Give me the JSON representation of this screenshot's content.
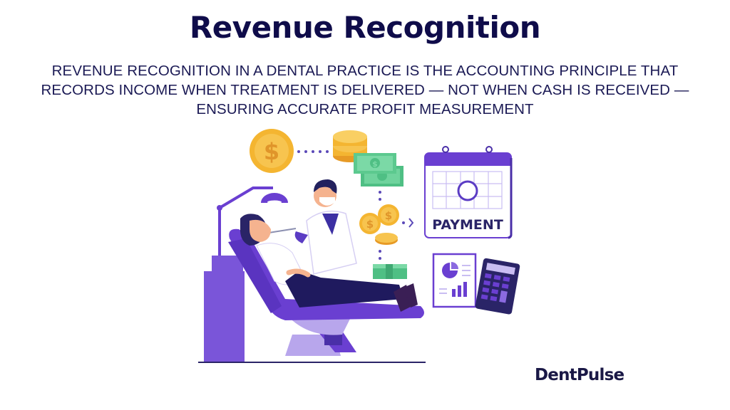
{
  "header": {
    "title": "Revenue Recognition",
    "subtitle": "REVENUE RECOGNITION IN A DENTAL PRACTICE IS THE ACCOUNTING PRINCIPLE THAT RECORDS INCOME WHEN TREATMENT IS DELIVERED — NOT WHEN CASH IS RECEIVED — ENSURING ACCURATE PROFIT MEASUREMENT"
  },
  "illustration": {
    "calendar_label": "PAYMENT",
    "icons": [
      "dollar-coin-icon",
      "coin-stack-icon",
      "banknotes-icon",
      "falling-coins-icon",
      "cash-bundle-icon",
      "calendar-icon",
      "report-chart-icon",
      "calculator-icon",
      "dental-chair-scene"
    ],
    "colors": {
      "purple": "#6a3fd1",
      "purple_light": "#b8a6ec",
      "navy": "#1f1a5e",
      "gold": "#f4b531",
      "green": "#4fbf84"
    }
  },
  "brand": {
    "logo_text": "DentPulse"
  }
}
